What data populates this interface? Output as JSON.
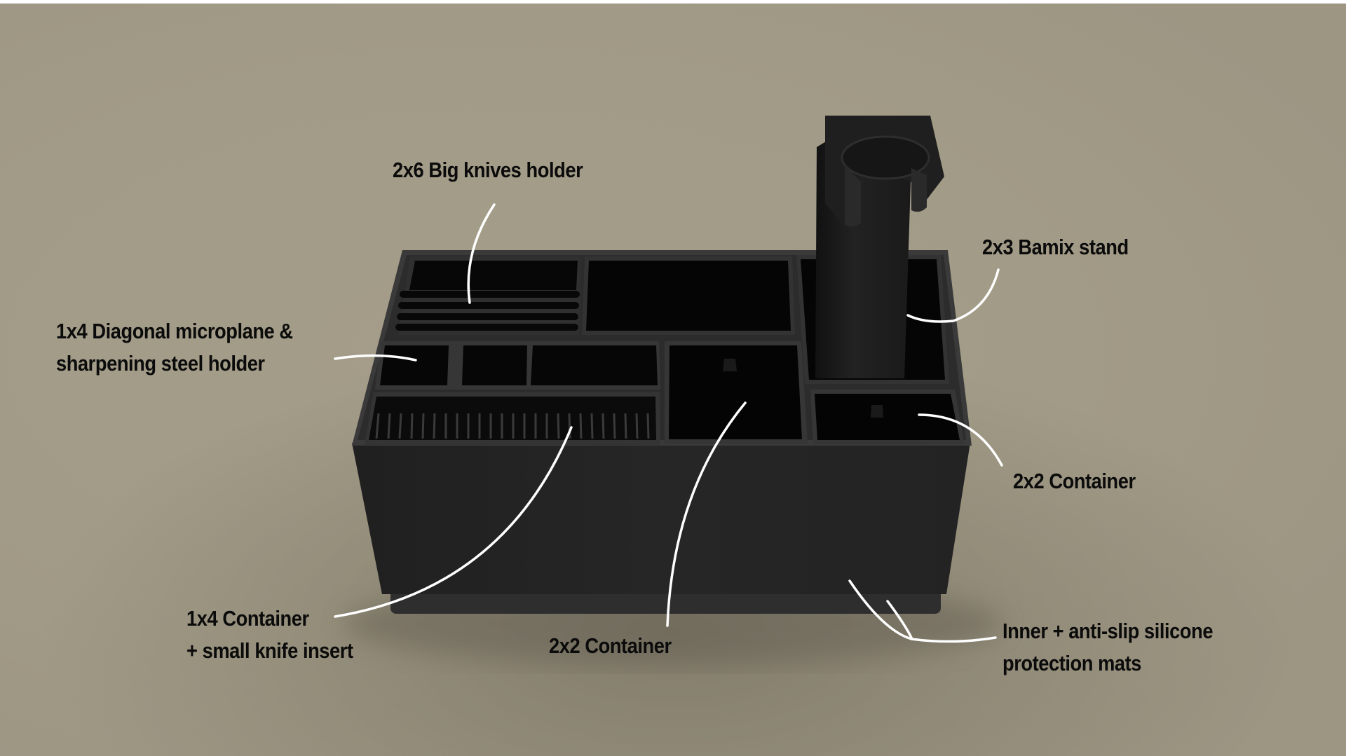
{
  "figure": {
    "subject": "Modular kitchen knife & utensil organizer",
    "background_color": "#A39C89",
    "product_color": "#1c1c1c",
    "leader_color": "#ffffff"
  },
  "labels": [
    {
      "id": "knives",
      "lines": [
        "2x6 Big knives holder"
      ]
    },
    {
      "id": "bamix",
      "lines": [
        "2x3 Bamix stand"
      ]
    },
    {
      "id": "microplane",
      "lines": [
        "1x4 Diagonal microplane &",
        "sharpening steel holder"
      ]
    },
    {
      "id": "container-right",
      "lines": [
        "2x2 Container"
      ]
    },
    {
      "id": "container-1x4",
      "lines": [
        "1x4 Container",
        "+ small knife insert"
      ]
    },
    {
      "id": "container-bottom",
      "lines": [
        "2x2 Container"
      ]
    },
    {
      "id": "mats",
      "lines": [
        "Inner + anti-slip silicone",
        "protection mats"
      ]
    }
  ]
}
